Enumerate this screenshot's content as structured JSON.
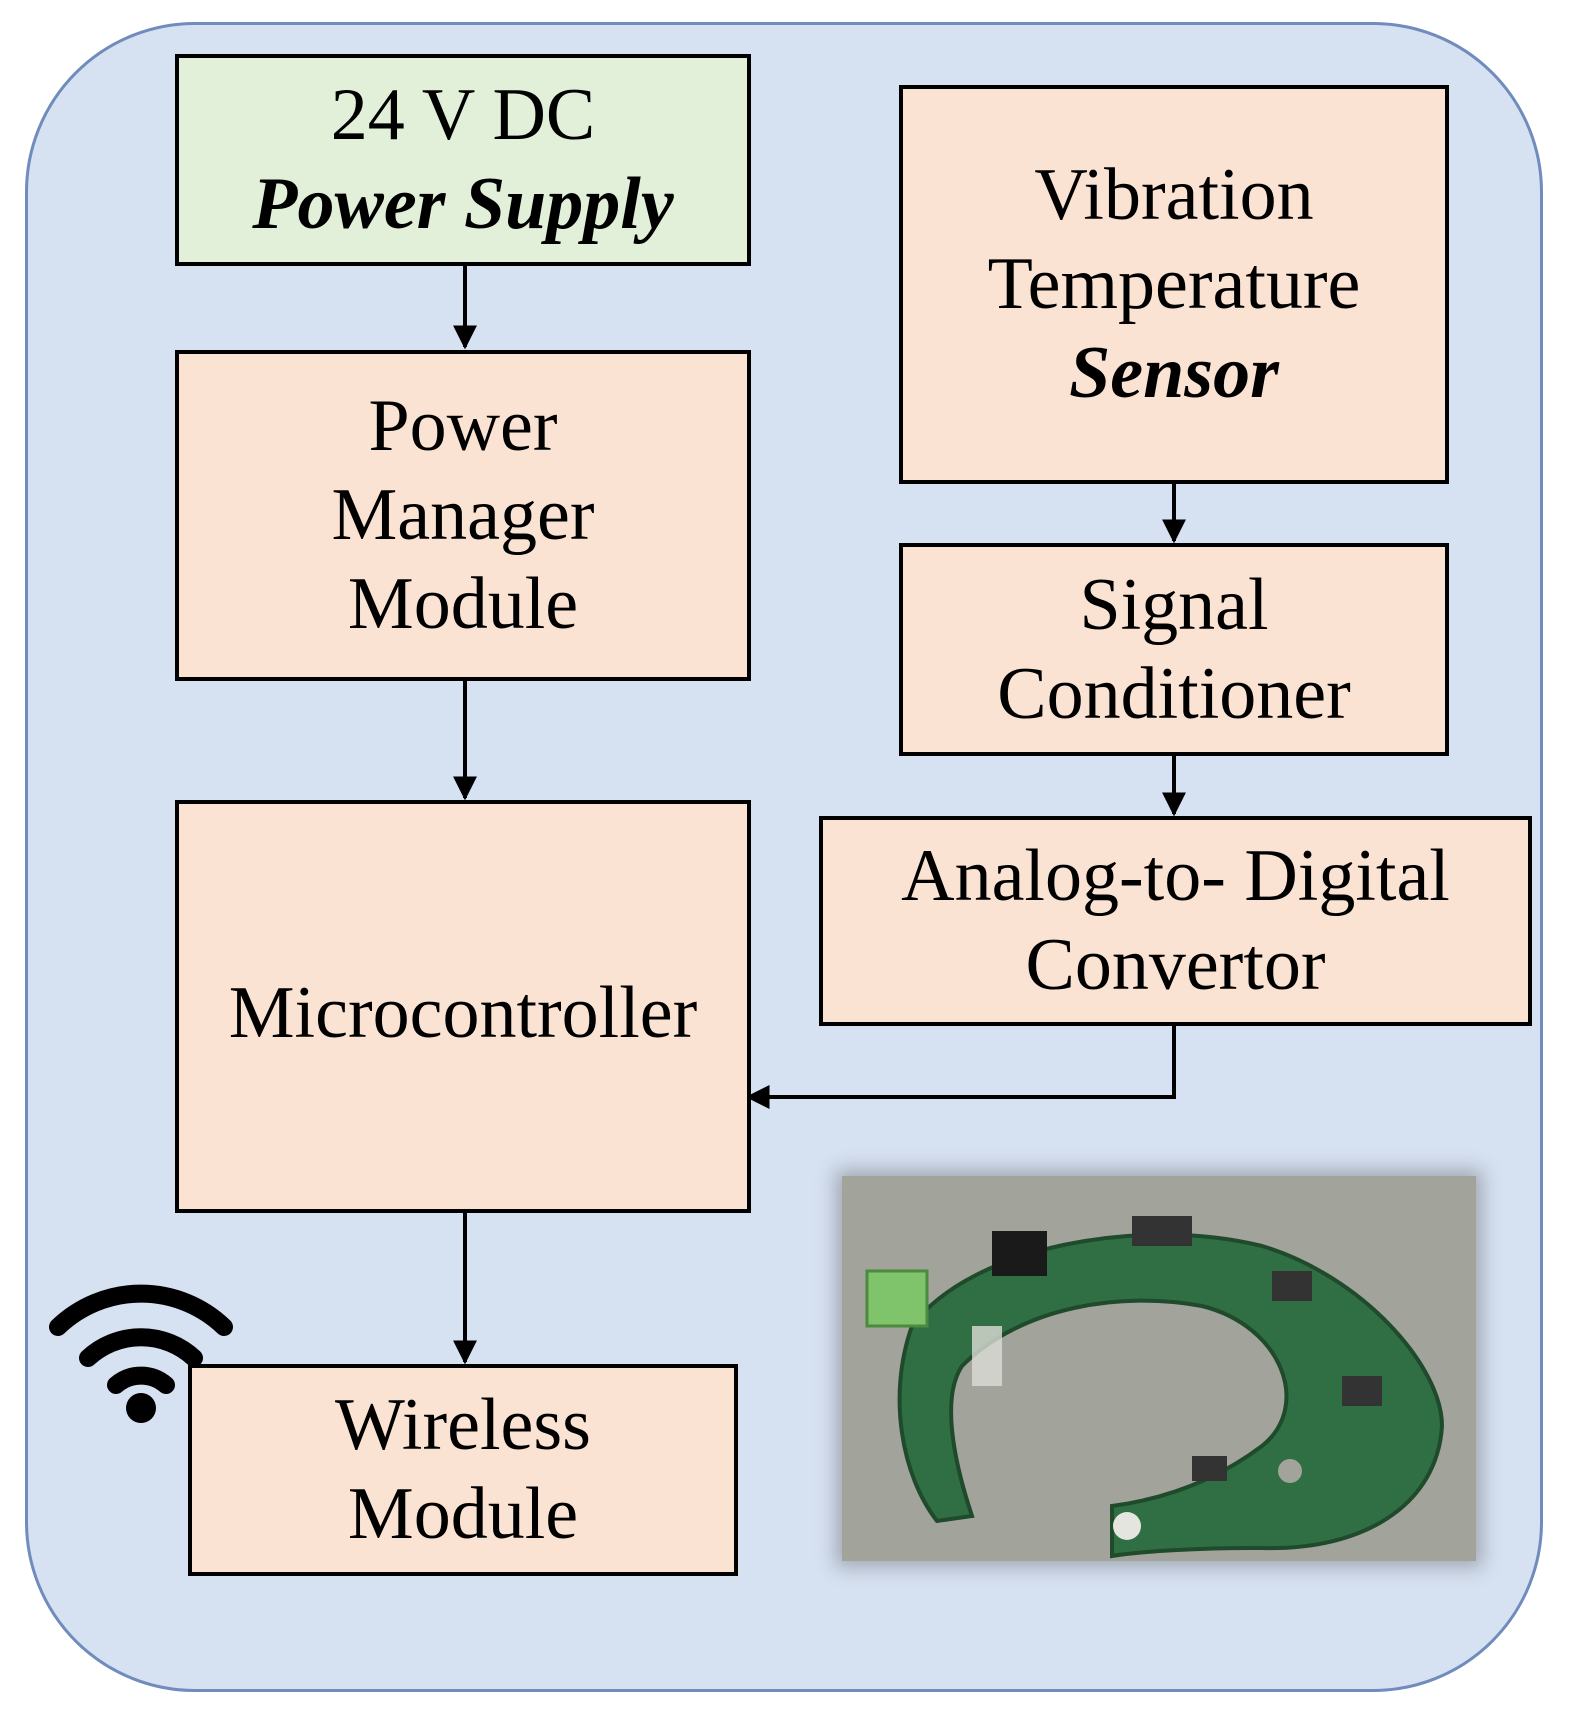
{
  "power_supply": {
    "line1": "24 V DC",
    "line2": "Power Supply"
  },
  "power_manager": {
    "line1": "Power",
    "line2": "Manager",
    "line3": "Module"
  },
  "sensor": {
    "line1": "Vibration",
    "line2": "Temperature",
    "line3": "Sensor"
  },
  "signal_conditioner": {
    "line1": "Signal",
    "line2": "Conditioner"
  },
  "adc": {
    "line1": "Analog-to- Digital",
    "line2": "Convertor"
  },
  "microcontroller": {
    "label": "Microcontroller"
  },
  "wireless": {
    "line1": "Wireless",
    "line2": "Module"
  },
  "icons": {
    "wireless_symbol": "wifi-icon",
    "board_photo": "pcb-photo"
  },
  "colors": {
    "background": "#d6e1f1",
    "border": "#6f8cbc",
    "block": "#fbe3d3",
    "power_block": "#e2efd9"
  }
}
